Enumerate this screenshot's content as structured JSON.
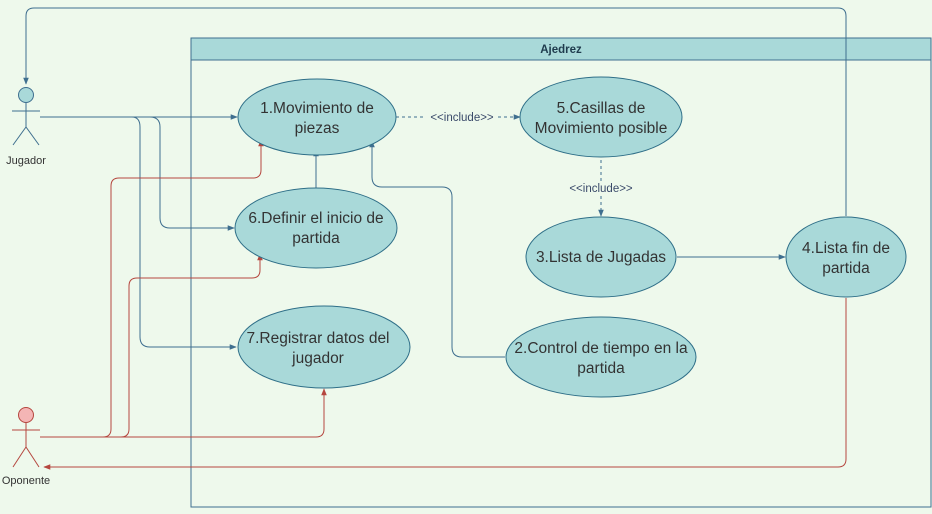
{
  "colors": {
    "background": "#eef9ec",
    "usecase_fill": "#a9d9d9",
    "usecase_stroke": "#2f6f88",
    "system_header": "#a9d9d9",
    "blue_line": "#3f6f8f",
    "red_line": "#b5473f",
    "actor_jugador_fill": "#a9d9d9",
    "actor_oponente_fill": "#f4b5b5"
  },
  "system": {
    "title": "Ajedrez"
  },
  "actors": {
    "jugador": {
      "label": "Jugador"
    },
    "oponente": {
      "label": "Oponente"
    }
  },
  "use_cases": {
    "uc1": {
      "line1": "1.Movimiento de",
      "line2": "piezas"
    },
    "uc5": {
      "line1": "5.Casillas de",
      "line2": "Movimiento posible"
    },
    "uc6": {
      "line1": "6.Definir el inicio de",
      "line2": "partida"
    },
    "uc3": {
      "line1": "3.Lista de Jugadas"
    },
    "uc4": {
      "line1": "4.Lista fin de",
      "line2": "partida"
    },
    "uc7": {
      "line1": "7.Registrar datos del",
      "line2": "jugador"
    },
    "uc2": {
      "line1": "2.Control de tiempo en la",
      "line2": "partida"
    }
  },
  "relations": {
    "include_1_5": "<<include>>",
    "include_5_3": "<<include>>"
  }
}
